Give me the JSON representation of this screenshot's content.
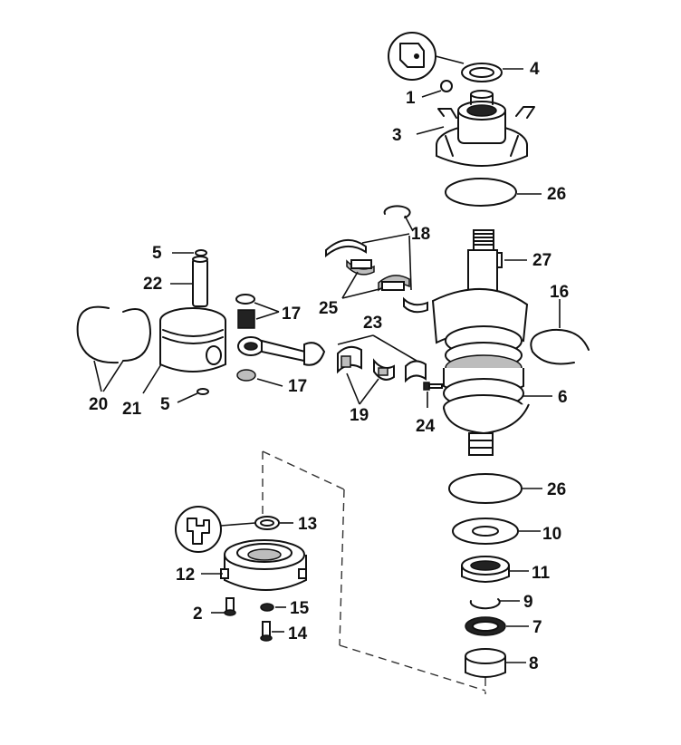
{
  "callouts": {
    "c1": "1",
    "c2": "2",
    "c3": "3",
    "c4": "4",
    "c5a": "5",
    "c5b": "5",
    "c6": "6",
    "c7": "7",
    "c8": "8",
    "c9": "9",
    "c10": "10",
    "c11": "11",
    "c12": "12",
    "c13": "13",
    "c14": "14",
    "c15": "15",
    "c16": "16",
    "c17a": "17",
    "c17b": "17",
    "c18": "18",
    "c19": "19",
    "c20": "20",
    "c21": "21",
    "c22": "22",
    "c23": "23",
    "c24": "24",
    "c25": "25",
    "c26a": "26",
    "c26b": "26",
    "c27": "27"
  },
  "icons": {
    "upper": "sealant-tube-icon",
    "lower": "lubricant-tube-icon"
  }
}
